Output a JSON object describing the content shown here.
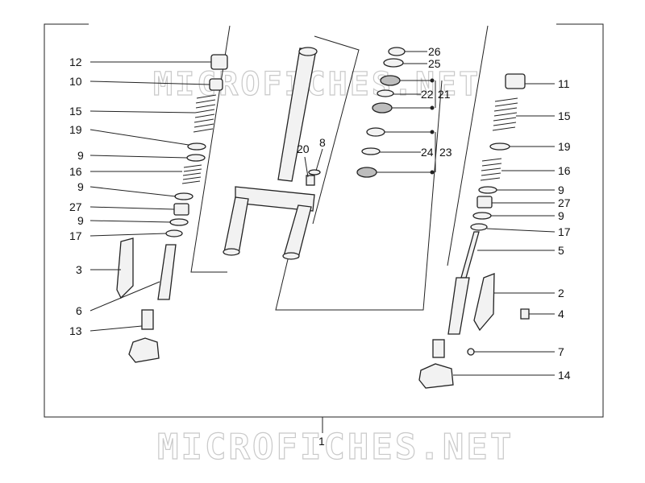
{
  "watermark": {
    "top": "MICROFICHES.NET",
    "bottom": "MICROFICHES.NET"
  },
  "labels": {
    "l1": "1",
    "l2": "2",
    "l3": "3",
    "l4": "4",
    "l5": "5",
    "l6": "6",
    "l7": "7",
    "l8": "8",
    "l9a": "9",
    "l9b": "9",
    "l9c": "9",
    "l9d": "9",
    "l9e": "9",
    "l10": "10",
    "l11": "11",
    "l12": "12",
    "l13": "13",
    "l14": "14",
    "l15a": "15",
    "l15b": "15",
    "l16a": "16",
    "l16b": "16",
    "l17a": "17",
    "l17b": "17",
    "l19a": "19",
    "l19b": "19",
    "l20": "20",
    "l21": "21",
    "l22": "22",
    "l23": "23",
    "l24": "24",
    "l25": "25",
    "l26": "26",
    "l27a": "27",
    "l27b": "27"
  },
  "colors": {
    "line": "#222222",
    "watermark": "#c9c9c9",
    "part_fill": "#f2f2f2"
  }
}
